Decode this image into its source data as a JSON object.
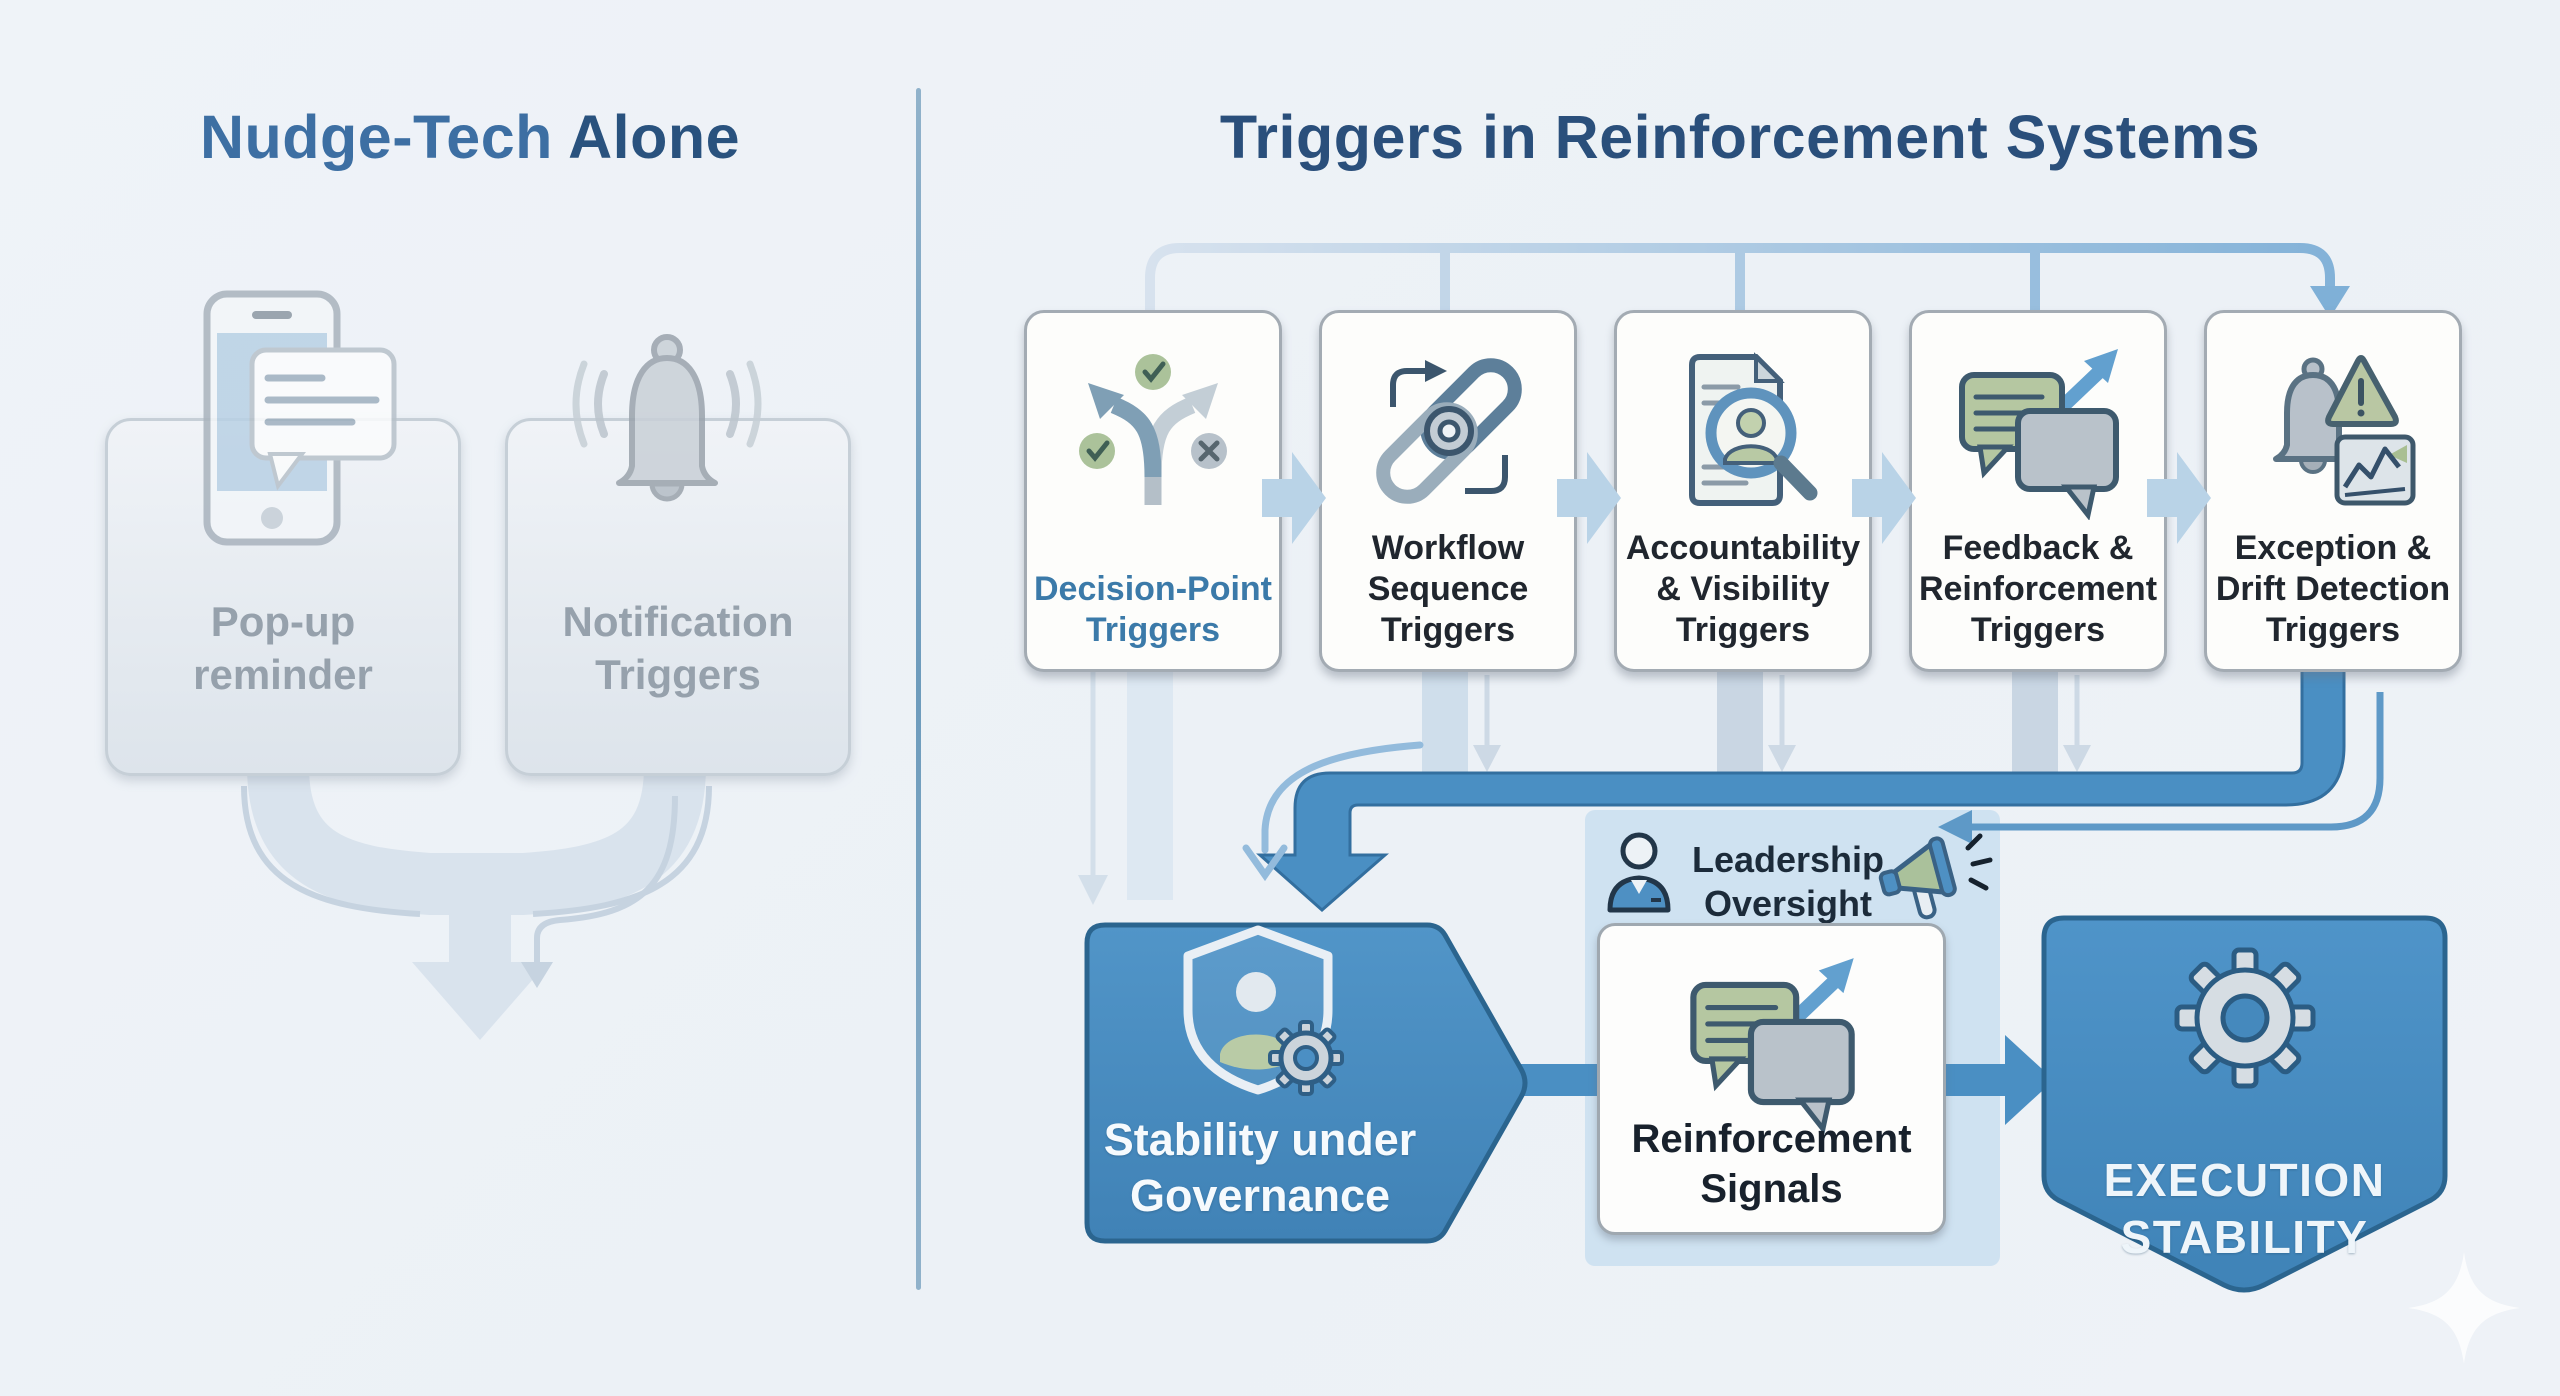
{
  "left_panel": {
    "title": {
      "part1": "Nudge-Tech",
      "part2": "Alone"
    },
    "cards": [
      {
        "icon": "smartphone-popup-icon",
        "lines": [
          "Pop-up",
          "reminder"
        ]
      },
      {
        "icon": "bell-icon",
        "lines": [
          "Notification",
          "Triggers"
        ]
      }
    ]
  },
  "right_panel": {
    "title": "Triggers in Reinforcement Systems",
    "cards": [
      {
        "icon": "branching-arrows-icon",
        "lines": [
          "Decision-Point",
          "Triggers"
        ]
      },
      {
        "icon": "chain-link-icon",
        "lines": [
          "Workflow",
          "Sequence",
          "Triggers"
        ]
      },
      {
        "icon": "document-magnifier-icon",
        "lines": [
          "Accountability",
          "& Visibility",
          "Triggers"
        ]
      },
      {
        "icon": "chat-arrow-icon",
        "lines": [
          "Feedback &",
          "Reinforcement",
          "Triggers"
        ]
      },
      {
        "icon": "alert-bell-chart-icon",
        "lines": [
          "Exception &",
          "Drift Detection",
          "Triggers"
        ]
      }
    ],
    "leadership": {
      "lines": [
        "Leadership",
        "Oversight"
      ]
    },
    "governance": {
      "lines": [
        "Stability under",
        "Governance"
      ]
    },
    "reinforcement": {
      "lines": [
        "Reinforcement",
        "Signals"
      ]
    },
    "execution": {
      "lines": [
        "EXECUTION",
        "STABILITY"
      ]
    }
  },
  "colors": {
    "accent_blue": "#4a8fc3",
    "accent_blue_border": "#2b658f",
    "light_arrow_blue": "#b9d3e7",
    "pale_band": "#d9e3ed",
    "leadership_bg": "#cfe2f1",
    "title_dark_blue": "#2a4f7b",
    "title_light_blue": "#3d6fa3",
    "decision_label_blue": "#3b7aa9",
    "icon_green": "#b5c7a1",
    "icon_gray": "#b9c2ca"
  }
}
